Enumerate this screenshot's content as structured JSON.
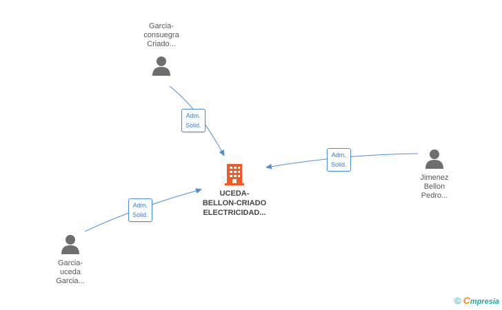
{
  "company": {
    "name_lines": [
      "UCEDA-",
      "BELLON-CRIADO",
      "ELECTRICIDAD..."
    ],
    "icon": "building-icon",
    "color": "#f05a28"
  },
  "persons": [
    {
      "id": "garcia-consuegra",
      "name_lines": [
        "Garcia-",
        "consuegra",
        "Criado..."
      ],
      "icon": "person-icon"
    },
    {
      "id": "jimenez-bellon",
      "name_lines": [
        "Jimenez",
        "Bellon",
        "Pedro..."
      ],
      "icon": "person-icon"
    },
    {
      "id": "garcia-uceda",
      "name_lines": [
        "Garcia-",
        "uceda",
        "Garcia..."
      ],
      "icon": "person-icon"
    }
  ],
  "relations": [
    {
      "from": "garcia-consuegra",
      "label_lines": [
        "Adm.",
        "Solid."
      ]
    },
    {
      "from": "jimenez-bellon",
      "label_lines": [
        "Adm.",
        "Solid."
      ]
    },
    {
      "from": "garcia-uceda",
      "label_lines": [
        "Adm.",
        "Solid."
      ]
    }
  ],
  "footer": {
    "copyright_symbol": "©",
    "brand_first": "C",
    "brand_rest": "mpresia"
  },
  "colors": {
    "edge": "#4a8fd9",
    "person_icon": "#6e6e6e",
    "company_icon": "#f05a28"
  }
}
